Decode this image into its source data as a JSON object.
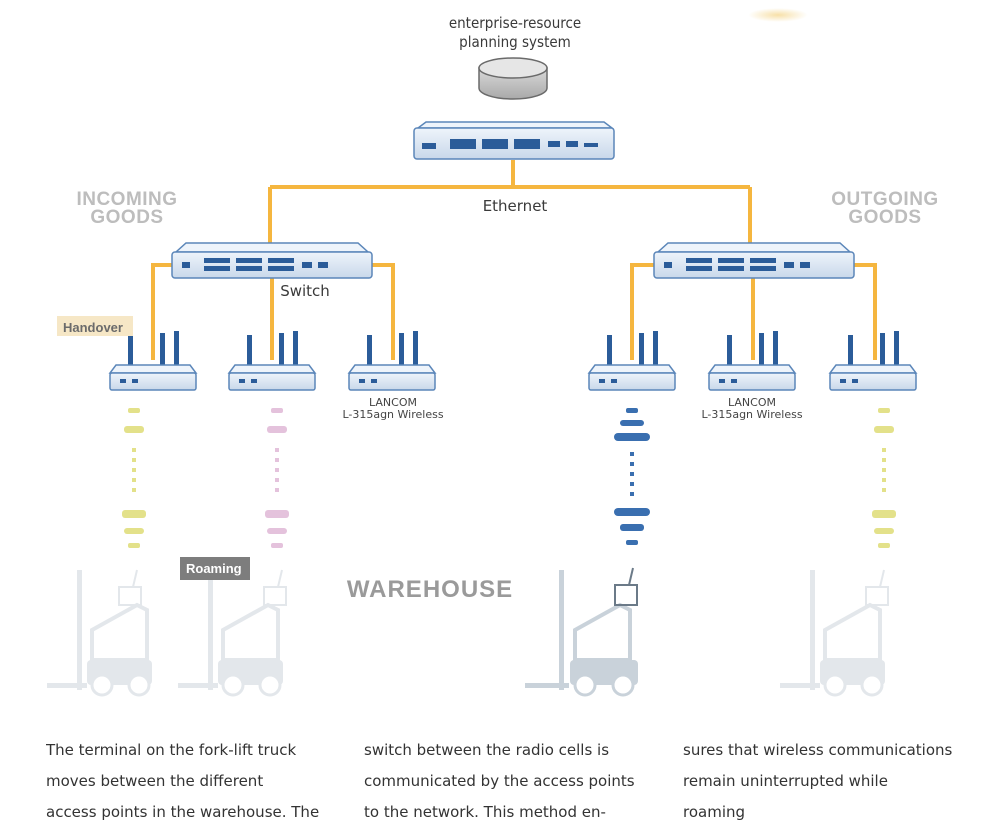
{
  "erp": {
    "label_line1": "enterprise-resource",
    "label_line2": "planning system"
  },
  "zones": {
    "incoming_line1": "INCOMING",
    "incoming_line2": "GOODS",
    "outgoing_line1": "OUTGOING",
    "outgoing_line2": "GOODS"
  },
  "network": {
    "ethernet_label": "Ethernet",
    "switch_label": "Switch"
  },
  "access_points": {
    "left_label_line1": "LANCOM",
    "left_label_line2": "L-315agn Wireless",
    "right_label_line1": "LANCOM",
    "right_label_line2": "L-315agn Wireless"
  },
  "tags": {
    "handover": "Handover",
    "roaming": "Roaming"
  },
  "warehouse_label": "WAREHOUSE",
  "paragraph": {
    "col1": [
      "The terminal on the fork-lift truck",
      "moves   between   the   different",
      "access points in the warehouse. The"
    ],
    "col2": [
      "switch between the radio cells is",
      "communicated by the access points",
      "to the network. This method en-"
    ],
    "col3": [
      "sures that wireless communications",
      "remain        uninterrupted        while",
      "roaming"
    ]
  },
  "colors": {
    "cable": "#f5b63f",
    "device_blue": "#2b5c99",
    "device_light": "#dce8f5",
    "signal_yellow": "#e3e18a",
    "signal_pink": "#e4c2dc",
    "signal_blue": "#3a6fb0",
    "faded_forklift": "#e3e7eb",
    "active_forklift": "#c9d2da"
  }
}
